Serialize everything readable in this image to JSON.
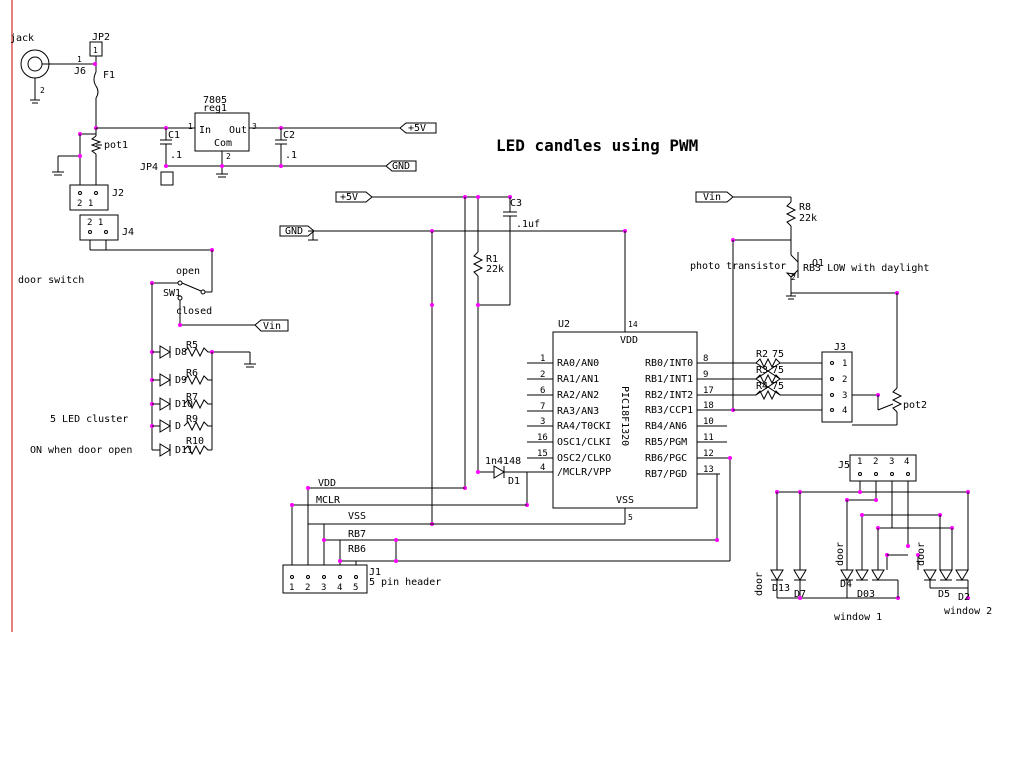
{
  "title": "LED candles using PWM",
  "labels": {
    "jack": "jack",
    "jp2": "JP2",
    "jp2_pin": "1",
    "j6": "J6",
    "j6_pin1": "1",
    "j6_pin2": "2",
    "f1": "F1",
    "reg_part": "7805",
    "reg_ref": "reg1",
    "reg_in": "In",
    "reg_out": "Out",
    "reg_com": "Com",
    "reg_pin1": "1",
    "reg_pin2": "2",
    "reg_pin3": "3",
    "c1": "C1",
    "c1_val": ".1",
    "c2": "C2",
    "c2_val": ".1",
    "pot1": "pot1",
    "jp4": "JP4",
    "j2": "J2",
    "j2_pins": "2  1",
    "j4": "J4",
    "j4_pins": "2  1",
    "door_switch": "door switch",
    "open": "open",
    "sw1": "SW1",
    "closed": "closed",
    "d8": "D8",
    "r5": "R5",
    "d9": "D9",
    "r6": "R6",
    "d10": "D10",
    "r7": "R7",
    "d": "D",
    "r9": "R9",
    "d11": "D11",
    "r10": "R10",
    "led_cluster": "5 LED cluster",
    "on_door_open": "ON when door open",
    "c3": "C3",
    "c3_val": ".1uf",
    "r1": "R1",
    "r1_val": "22k",
    "u2": "U2",
    "vdd": "VDD",
    "vss": "VSS",
    "pin14": "14",
    "pin5": "5",
    "chip_name": "PIC18F1320",
    "d1": "D1",
    "d1_part": "1n4148",
    "r8": "R8",
    "r8_val": "22k",
    "q1": "Q1",
    "photo": "photo transistor",
    "rb3_note": "RB3 LOW with daylight",
    "r2": "R2",
    "r3": "R3",
    "r4": "R4",
    "r_val": "75",
    "j3": "J3",
    "pot2": "pot2",
    "j5": "J5",
    "j1": "J1",
    "j1_desc": "5 pin header",
    "hdr_vdd": "VDD",
    "hdr_mclr": "MCLR",
    "hdr_vss": "VSS",
    "hdr_rb7": "RB7",
    "hdr_rb6": "RB6",
    "door": "door",
    "window1": "window 1",
    "window2": "window 2",
    "d13": "D13",
    "d7": "D7",
    "d4": "D4",
    "d03": "D03",
    "d5": "D5",
    "d2": "D2",
    "neg": "2"
  },
  "left_pins": [
    {
      "num": "1",
      "name": "RA0/AN0"
    },
    {
      "num": "2",
      "name": "RA1/AN1"
    },
    {
      "num": "6",
      "name": "RA2/AN2"
    },
    {
      "num": "7",
      "name": "RA3/AN3"
    },
    {
      "num": "3",
      "name": "RA4/T0CKI"
    },
    {
      "num": "16",
      "name": "OSC1/CLKI"
    },
    {
      "num": "15",
      "name": "OSC2/CLKO"
    },
    {
      "num": "4",
      "name": "/MCLR/VPP"
    }
  ],
  "right_pins": [
    {
      "num": "8",
      "name": "RB0/INT0"
    },
    {
      "num": "9",
      "name": "RB1/INT1"
    },
    {
      "num": "17",
      "name": "RB2/INT2"
    },
    {
      "num": "18",
      "name": "RB3/CCP1"
    },
    {
      "num": "10",
      "name": "RB4/AN6"
    },
    {
      "num": "11",
      "name": "RB5/PGM"
    },
    {
      "num": "12",
      "name": "RB6/PGC"
    },
    {
      "num": "13",
      "name": "RB7/PGD"
    }
  ],
  "j3_pins": [
    "1",
    "2",
    "3",
    "4"
  ],
  "j5_pins": [
    "1",
    "2",
    "3",
    "4"
  ],
  "j1_pins": [
    "1",
    "2",
    "3",
    "4",
    "5"
  ],
  "net_flags": {
    "p5v_a": "+5V",
    "p5v_b": "+5V",
    "gnd_a": "GND",
    "gnd_b": "GND",
    "vin_a": "Vin",
    "vin_b": "Vin"
  },
  "colors": {
    "node": "#ff00ff",
    "margin": "#cc0000"
  }
}
